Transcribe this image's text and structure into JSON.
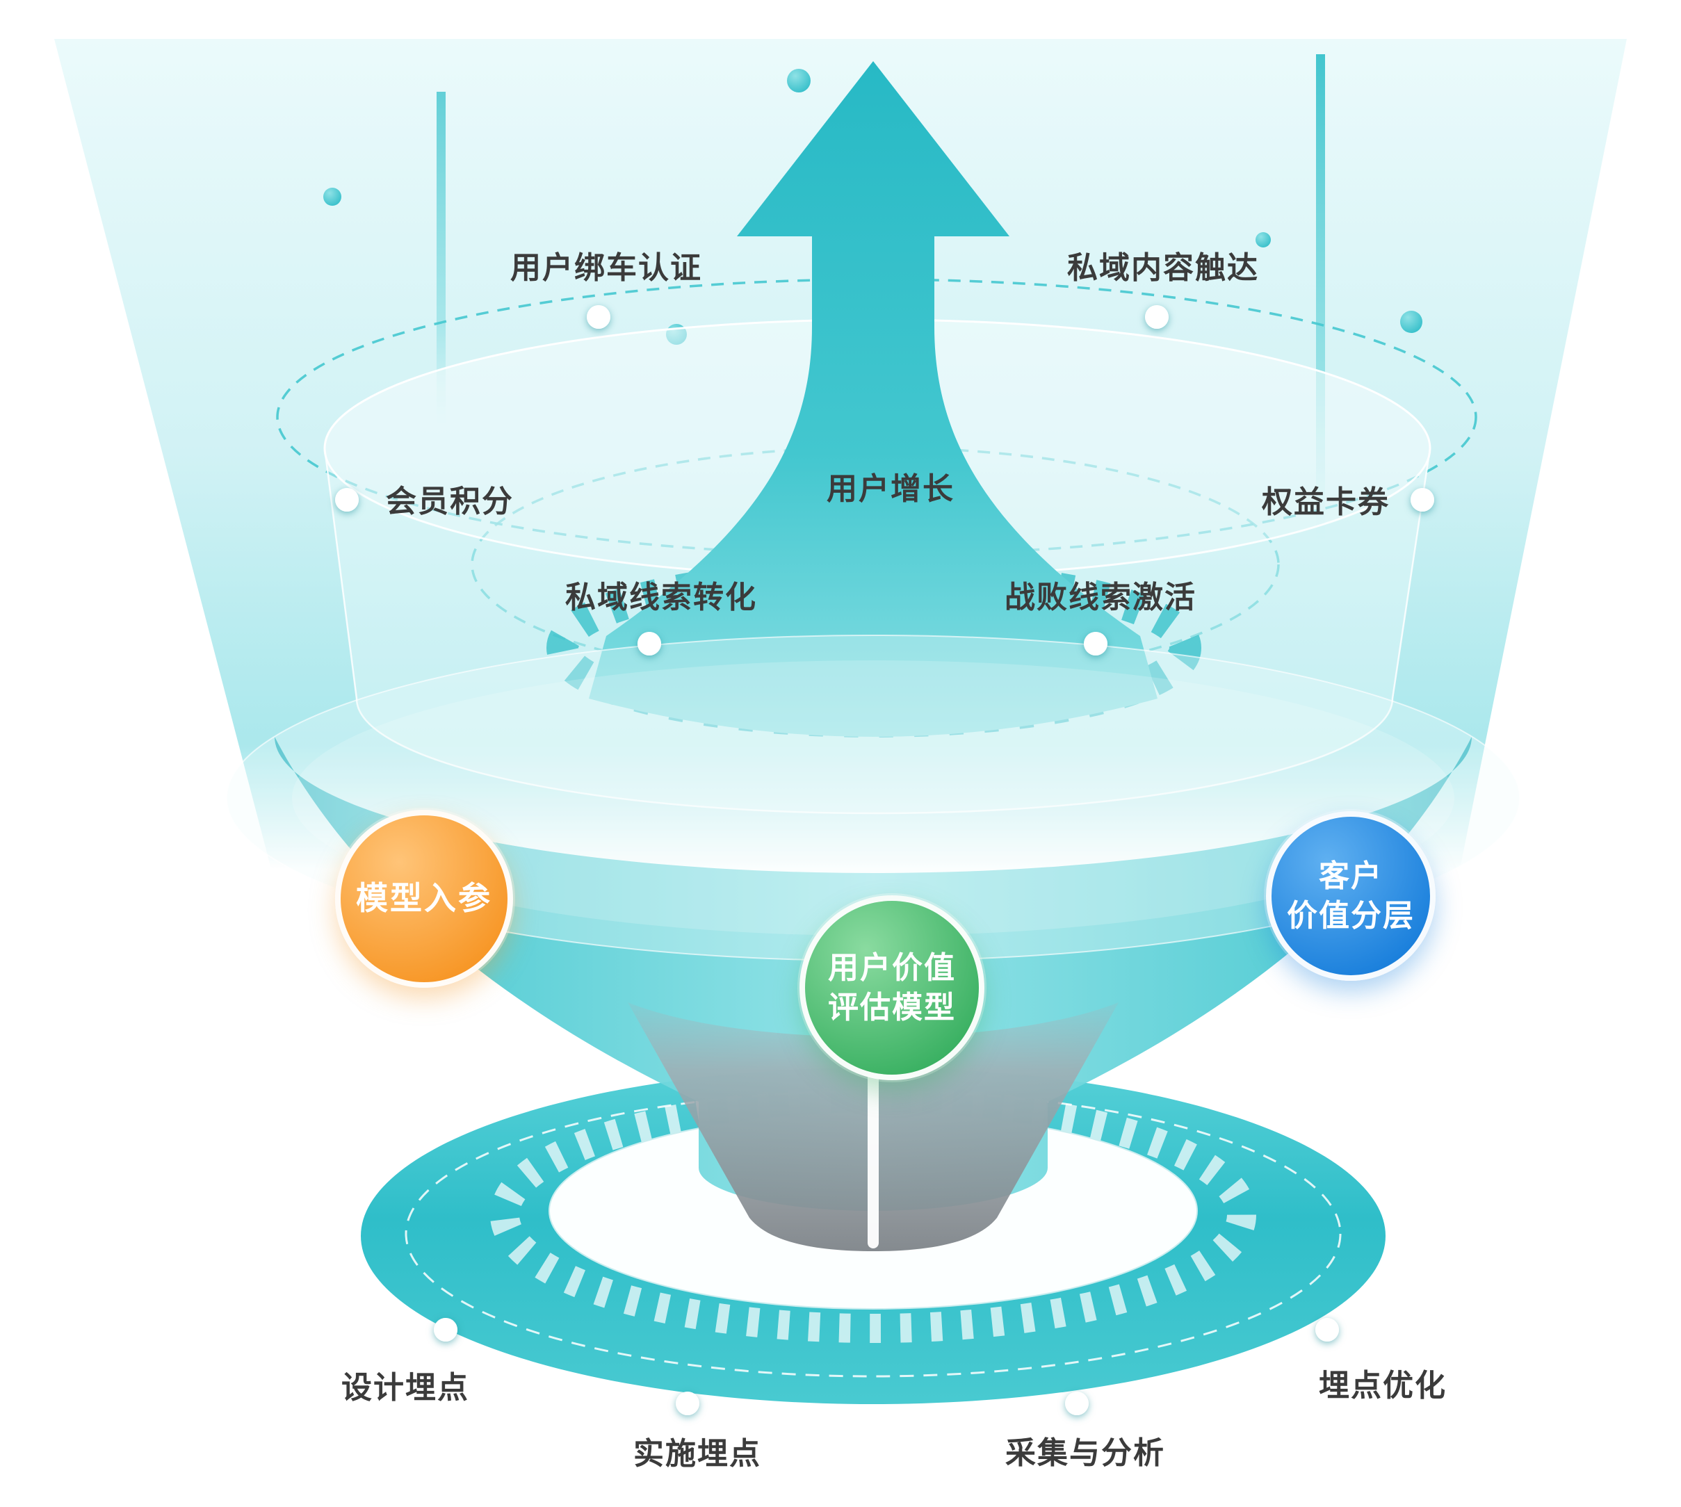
{
  "diagram": {
    "growth_layer": {
      "arrow_label": "用户增长",
      "items": [
        {
          "text": "用户绑车认证"
        },
        {
          "text": "私域内容触达"
        },
        {
          "text": "会员积分"
        },
        {
          "text": "权益卡券"
        },
        {
          "text": "私域线索转化"
        },
        {
          "text": "战败线索激活"
        }
      ]
    },
    "model_layer": {
      "input_node": {
        "label": "模型入参",
        "color": "#F79727"
      },
      "center_node": {
        "line1": "用户价值",
        "line2": "评估模型",
        "color": "#3BB163"
      },
      "output_node": {
        "line1": "客户",
        "line2": "价值分层",
        "color": "#1B80DC"
      }
    },
    "tracking_layer": {
      "items": [
        {
          "text": "设计埋点"
        },
        {
          "text": "实施埋点"
        },
        {
          "text": "采集与分析"
        },
        {
          "text": "埋点优化"
        }
      ]
    },
    "colors": {
      "teal": "#38C1CA",
      "teal_light": "#CDF1F4",
      "orange": "#F79727",
      "green": "#3BB163",
      "blue": "#1B80DC",
      "cone_gray": "#8E959A",
      "text": "#3B3B3B"
    }
  }
}
